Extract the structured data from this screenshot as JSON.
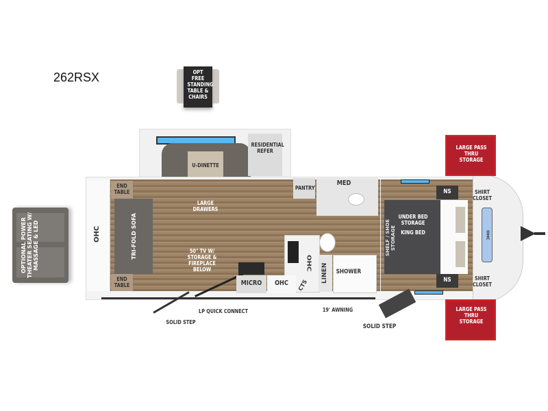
{
  "model": "262RSX",
  "labels": {
    "table": "OPT FREE STANDING TABLE & CHAIRS",
    "theater": "OPTIONAL POWER THEATER SEATING W/ MASSAGE & LED",
    "residential_refer": "RESIDENTIAL REFER",
    "u_dinette": "U-DINETTE",
    "large_drawers": "LARGE DRAWERS",
    "ohc_rear": "OHC",
    "end_table_top": "END TABLE",
    "end_table_bottom": "END TABLE",
    "sofa": "TRI-FOLD SOFA",
    "tv": "50\" TV W/ STORAGE & FIREPLACE BELOW",
    "pantry": "PANTRY",
    "med": "MED",
    "micro": "MICRO",
    "ohc_kitchen": "OHC",
    "ohc_side": "OHC",
    "cts": "CTS",
    "linen": "LINEN",
    "shower": "SHOWER",
    "shelf": "SHELF / SHOE STORAGE",
    "bed": "UNDER BED STORAGE",
    "king_bed": "KING BED",
    "ns_top": "NS",
    "ns_bottom": "NS",
    "shirt_closet_top": "SHIRT CLOSET",
    "shirt_closet_bottom": "SHIRT CLOSET",
    "ohc_front": "OHC",
    "pass_thru_top": "LARGE PASS THRU STORAGE",
    "pass_thru_bottom": "LARGE PASS THRU STORAGE",
    "solid_step_left": "SOLID STEP",
    "lp": "LP QUICK CONNECT",
    "awning": "19' AWNING",
    "solid_step_right": "SOLID STEP"
  },
  "colors": {
    "storage_red": "#b3202c",
    "bed": "#4a4a4c",
    "led": "#5ab8f0"
  }
}
